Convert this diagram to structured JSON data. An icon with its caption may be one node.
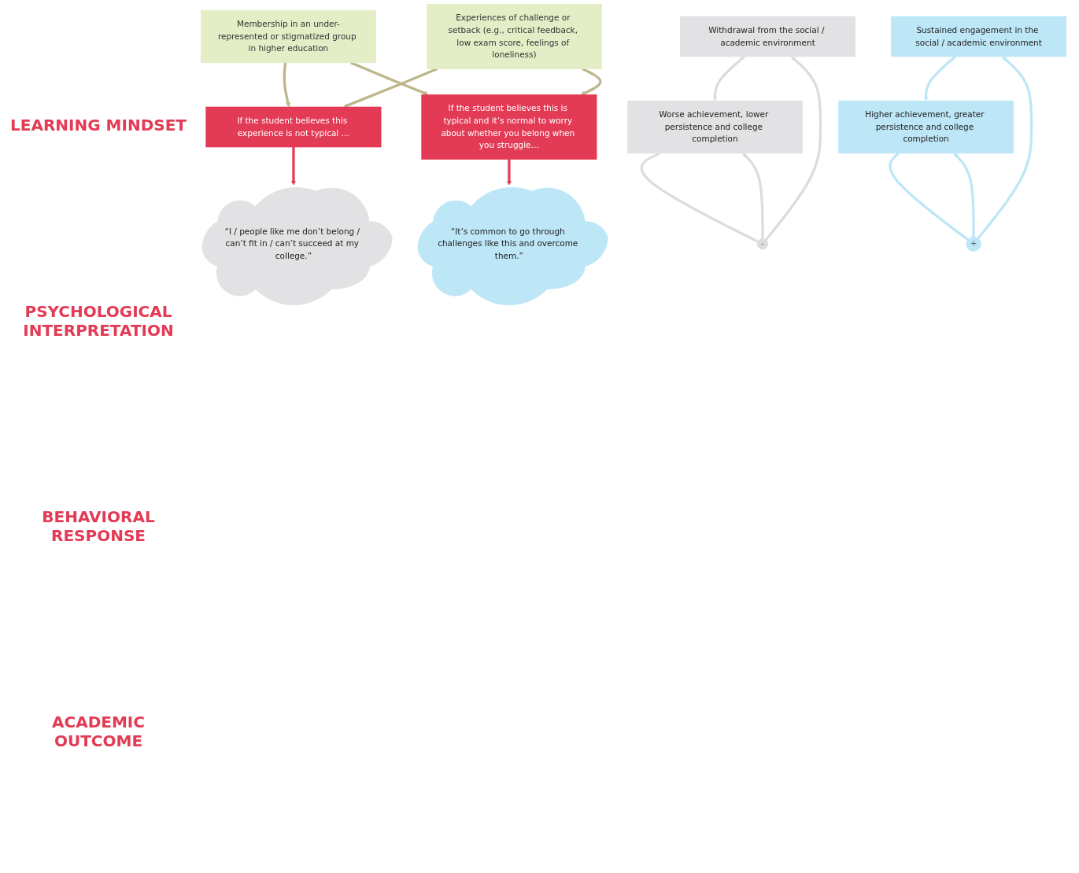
{
  "diagram": {
    "nodes": [
      {
        "text": [
          "Membership in an under-represented or stigmatized group in higher education"
        ]
      },
      {
        "text": [
          "Experiences of challenge or setback (e.g., critical feedback, low exam score, feelings of loneliness)"
        ]
      },
      {
        "text": [
          "If the student believes this experience is not typical …"
        ]
      },
      {
        "text": [
          "If the student believes this is typical and it’s normal to worry about whether you belong when you struggle…"
        ]
      },
      {
        "text": [
          "“I / people like me don’t belong / can’t fit in / can’t succeed at my college.”"
        ]
      },
      {
        "text": [
          "“It’s common to go through challenges like this and overcome them.”"
        ]
      },
      {
        "text": [
          "Withdrawal from the social / academic environment"
        ]
      },
      {
        "text": [
          "Sustained engagement in the social / academic environment"
        ]
      },
      {
        "text": [
          "Worse achievement, lower persistence and college completion"
        ]
      },
      {
        "text": [
          "Higher achievement, greater persistence and college completion"
        ]
      },
      {
        "text": [
          "-"
        ]
      },
      {
        "text": [
          "+"
        ]
      }
    ],
    "edges": [
      {
        "from": 0,
        "to": 2,
        "arrow": "to"
      },
      {
        "from": 0,
        "to": 3,
        "arrow": "to"
      },
      {
        "from": 1,
        "to": 2,
        "arrow": "to"
      },
      {
        "from": 1,
        "to": 3,
        "arrow": "to"
      },
      {
        "from": 2,
        "to": 4,
        "arrow": "to",
        "color": "#e33a55"
      },
      {
        "from": 3,
        "to": 5,
        "arrow": "to",
        "color": "#e33a55"
      },
      {
        "from": 6,
        "to": 8,
        "arrow": "to",
        "color": "#dcdcdc"
      },
      {
        "from": 7,
        "to": 9,
        "arrow": "to",
        "color": "#bde6f7"
      },
      {
        "from": 8,
        "to": 10,
        "arrow": "none",
        "color": "#dcdcdc"
      },
      {
        "from": 9,
        "to": 11,
        "arrow": "none",
        "color": "#bde6f7"
      },
      {
        "from": 10,
        "to": 6,
        "arrow": "to",
        "color": "#dcdcdc"
      },
      {
        "from": 10,
        "to": 8,
        "arrow": "to",
        "color": "#dcdcdc"
      },
      {
        "from": 11,
        "to": 7,
        "arrow": "to",
        "color": "#bde6f7"
      },
      {
        "from": 11,
        "to": 9,
        "arrow": "to",
        "color": "#bde6f7"
      }
    ],
    "labels": [
      "LEARNING MINDSET",
      "PSYCHOLOGICAL INTERPRETATION",
      "BEHAVIORAL RESPONSE",
      "ACADEMIC OUTCOME"
    ]
  }
}
